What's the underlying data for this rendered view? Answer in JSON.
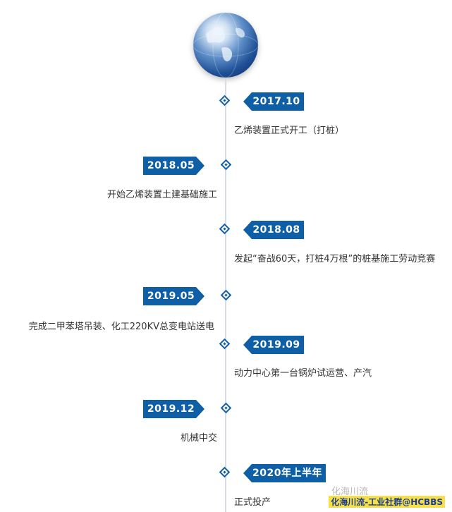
{
  "timeline": [
    {
      "date": "2017.10",
      "text": "乙烯装置正式开工（打桩）"
    },
    {
      "date": "2018.05",
      "text": "开始乙烯装置土建基础施工"
    },
    {
      "date": "2018.08",
      "text": "发起“奋战60天，打桩4万根”的桩基施工劳动竞赛"
    },
    {
      "date": "2019.05",
      "text": "完成二甲苯塔吊装、化工220KV总变电站送电"
    },
    {
      "date": "2019.09",
      "text": "动力中心第一台锅炉试运营、产汽"
    },
    {
      "date": "2019.12",
      "text": "机械中交"
    },
    {
      "date": "2020年上半年",
      "text": "正式投产"
    }
  ],
  "watermark": "化海川流-工业社群@HCBBS",
  "watermark_faint": "化海川流",
  "colors": {
    "accent": "#0f5fa6",
    "spine": "#d7dde4",
    "text": "#333333"
  },
  "icons": {
    "globe": "globe-icon",
    "node": "diamond-node-icon"
  }
}
